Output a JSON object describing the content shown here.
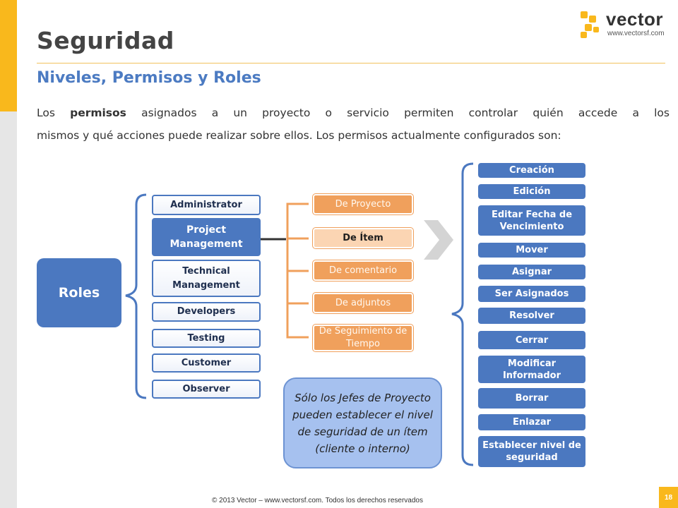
{
  "header": {
    "title": "Seguridad",
    "subtitle": "Niveles, Permisos y Roles"
  },
  "logo": {
    "word": "vector",
    "url": "www.vectorsf.com",
    "icon": "vector-logo-icon"
  },
  "intro": {
    "part1": "Los ",
    "bold": "permisos",
    "part2": " asignados a un proyecto o servicio permiten controlar quién accede a los",
    "line2": "mismos y qué acciones puede realizar sobre ellos. Los permisos actualmente configurados son:"
  },
  "diagram": {
    "roles_label": "Roles",
    "roles": [
      "Administrator",
      "Project Management",
      "Technical Management",
      "Developers",
      "Testing",
      "Customer",
      "Observer"
    ],
    "permissions": [
      "De Proyecto",
      "De Ítem",
      "De comentario",
      "De adjuntos",
      "De Seguimiento de Tiempo"
    ],
    "actions": [
      "Creación",
      "Edición",
      "Editar Fecha de Vencimiento",
      "Mover",
      "Asignar",
      "Ser Asignados",
      "Resolver",
      "Cerrar",
      "Modificar Informador",
      "Borrar",
      "Enlazar",
      "Establecer nivel de seguridad"
    ],
    "note": "Sólo los Jefes de Proyecto pueden establecer el nivel de seguridad de un ítem (cliente o interno)"
  },
  "footer": {
    "copyright": "© 2013 Vector – www.vectorsf.com. Todos los derechos reservados",
    "page": "18"
  },
  "colors": {
    "accent_yellow": "#f9b81c",
    "blue": "#4b78c0",
    "orange": "#f0a05c",
    "title_gray": "#444444",
    "subtitle_blue": "#4c7bc2"
  }
}
